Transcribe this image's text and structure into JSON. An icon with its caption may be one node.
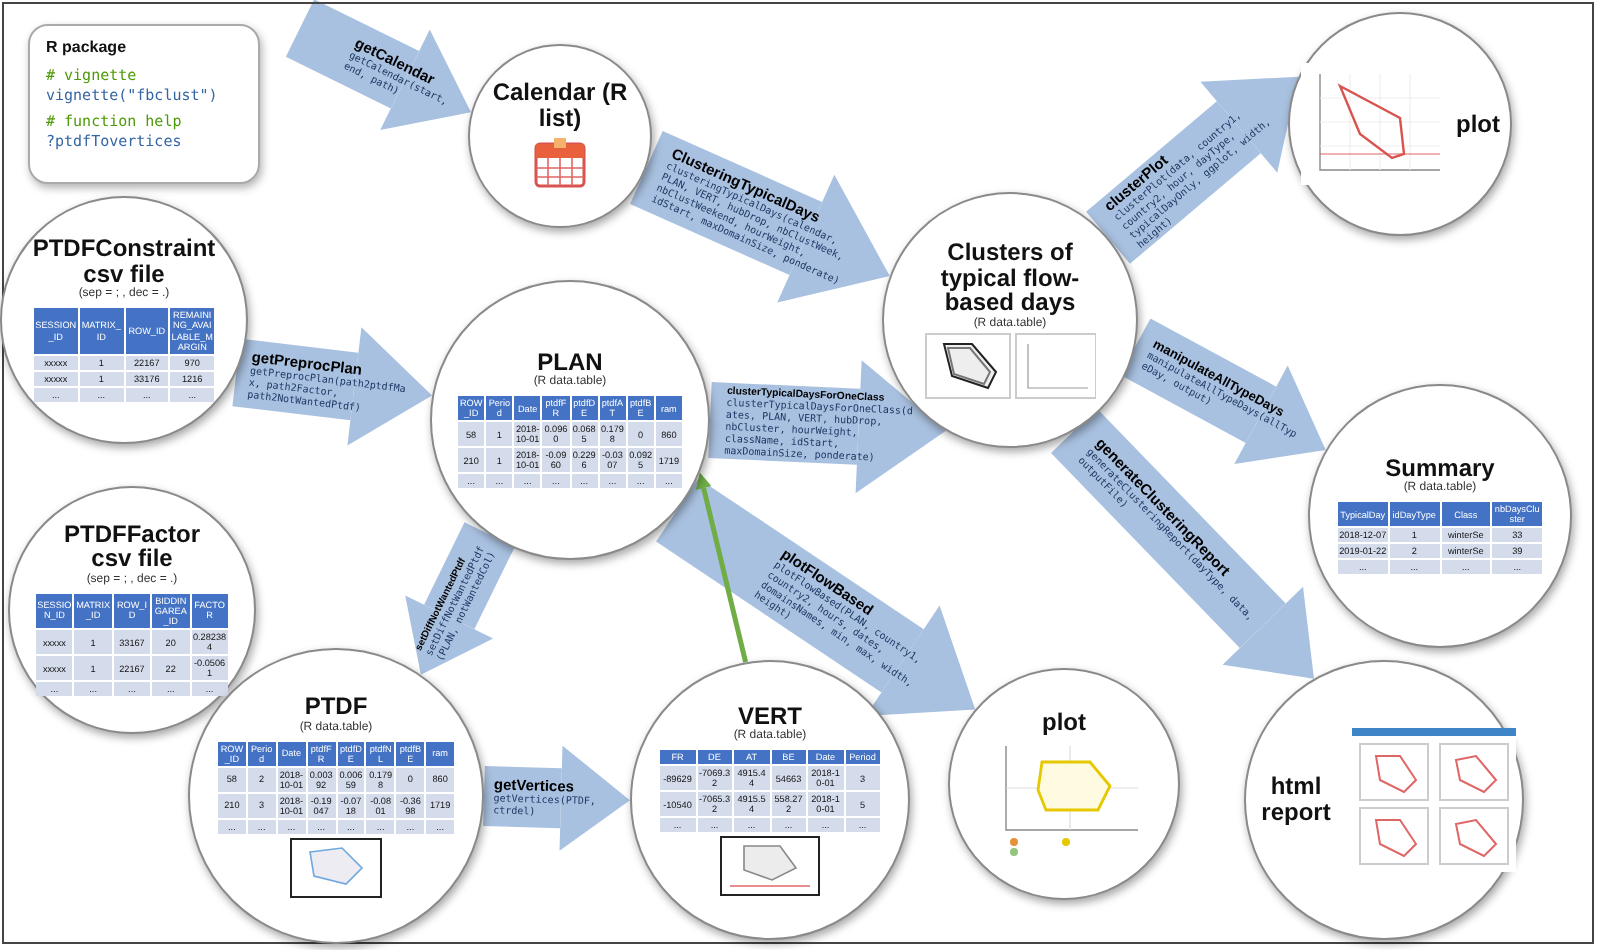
{
  "diagram": {
    "nodes": [
      {
        "text": [
          "R package",
          "# vignette",
          "vignette(\"fbclust\")",
          "# function help",
          "?ptdfTovertices"
        ]
      },
      {
        "text": [
          "Calendar (R list)"
        ]
      },
      {
        "text": [
          "PTDFConstraint csv file",
          "(sep = ; , dec = .)",
          "SESSION_ID",
          "MATRIX_ID",
          "ROW_ID",
          "REMAINING_AVAILABLE_MARGIN",
          "xxxxx",
          "1",
          "22167",
          "970",
          "xxxxx",
          "1",
          "33176",
          "1216",
          "...",
          "...",
          "...",
          "..."
        ]
      },
      {
        "text": [
          "PLAN",
          "(R data.table)",
          "ROW_ID",
          "Period",
          "Date",
          "ptdfFR",
          "ptdfDE",
          "ptdfAT",
          "ptdfBE",
          "ram",
          "58",
          "1",
          "2018-10-01",
          "0.0960",
          "0.0685",
          "0.1798",
          "0",
          "860",
          "210",
          "1",
          "2018-10-01",
          "-0.0960",
          "0.2296",
          "-0.0307",
          "0.0925",
          "1719",
          "...",
          "...",
          "...",
          "...",
          "...",
          "...",
          "...",
          "..."
        ]
      },
      {
        "text": [
          "PTDFFactor csv file",
          "(sep = ; , dec = .)",
          "SESSION_ID",
          "MATRIX_ID",
          "ROW_ID",
          "BIDDINGAREA_ID",
          "FACTOR",
          "xxxxx",
          "1",
          "33167",
          "20",
          "0.282384",
          "xxxxx",
          "1",
          "22167",
          "22",
          "-0.05061",
          "...",
          "...",
          "...",
          "...",
          "..."
        ]
      },
      {
        "text": [
          "PTDF",
          "(R data.table)",
          "ROW_ID",
          "Period",
          "Date",
          "ptdfFR",
          "ptdfDE",
          "ptdfNL",
          "ptdfBE",
          "ram",
          "58",
          "2",
          "2018-10-01",
          "0.00392",
          "0.00659",
          "0.1798",
          "0",
          "860",
          "210",
          "3",
          "2018-10-01",
          "-0.19047",
          "-0.0718",
          "-0.0801",
          "-0.3698",
          "1719",
          "...",
          "...",
          "...",
          "...",
          "...",
          "...",
          "...",
          "..."
        ]
      },
      {
        "text": [
          "VERT",
          "(R data.table)",
          "FR",
          "DE",
          "AT",
          "BE",
          "Date",
          "Period",
          "-89629",
          "-7069.32",
          "4915.44",
          "54663",
          "2018-10-01",
          "3",
          "-10540",
          "-7065.32",
          "4915.54",
          "558.272",
          "2018-10-01",
          "5",
          "...",
          "...",
          "...",
          "...",
          "...",
          "..."
        ]
      },
      {
        "text": [
          "Clusters of typical flow-based days",
          "(R data.table)"
        ]
      },
      {
        "text": [
          "plot"
        ]
      },
      {
        "text": [
          "Summary",
          "(R data.table)",
          "TypicalDay",
          "idDayType",
          "Class",
          "nbDaysCluster",
          "2018-12-07",
          "1",
          "winterSe",
          "33",
          "2019-01-22",
          "2",
          "winterSe",
          "39",
          "...",
          "...",
          "...",
          "..."
        ]
      },
      {
        "text": [
          "plot"
        ]
      },
      {
        "text": [
          "html report"
        ]
      }
    ],
    "edges": [
      {
        "from": null,
        "to": 1,
        "arrow": "to",
        "label": "getCalendar"
      },
      {
        "from": 2,
        "to": 3,
        "arrow": "to",
        "label": "getPreprocPlan"
      },
      {
        "from": 1,
        "to": 7,
        "arrow": "to",
        "label": "ClusteringTypicalDays"
      },
      {
        "from": 3,
        "to": 7,
        "arrow": "to",
        "label": "clusterTypicalDaysForOneClass"
      },
      {
        "from": 3,
        "to": 10,
        "arrow": "to",
        "label": "plotFlowBased"
      },
      {
        "from": 5,
        "to": 6,
        "arrow": "to",
        "label": "getVertices"
      },
      {
        "from": 3,
        "to": 5,
        "arrow": "to",
        "label": "setDiffNotWantedPtdf"
      },
      {
        "from": 7,
        "to": 8,
        "arrow": "to",
        "label": "clusterPlot"
      },
      {
        "from": 7,
        "to": 9,
        "arrow": "to",
        "label": "manipulateAllTypeDays"
      },
      {
        "from": 7,
        "to": 11,
        "arrow": "to",
        "label": "generateClusteringReport"
      },
      {
        "from": 6,
        "to": 3,
        "arrow": "to",
        "color": "#70ad47"
      }
    ],
    "labels": [
      "getCalendar(start, end, path)",
      "getPreprocPlan(path2ptdfMax, path2Factor, path2NotWantedPtdf)",
      "clusteringTypicalDays(calendar, PLAN, VERT, hubDrop, nbClustWeek, nbClustWeekend, hourWeight, idStart, maxDomainSize, ponderate)",
      "clusterTypicalDaysForOneClass(dates, PLAN, VERT, hubDrop, nbCluster, hourWeight, className, idStart, maxDomainSize, ponderate)",
      "plotFlowBased(PLAN, country1, country2, hours, dates, domainsNames, min, max, width, height)",
      "getVertices(PTDF, ctrdel)",
      "setDiffNotWantedPtdf(PLAN, notWantedCol)",
      "clusterPlot(data, country1, country2, hour, dayType, typicalDayOnly, ggplot, width, height)",
      "manipulateAllTypeDays(allTypeDay, output)",
      "generateClusteringReport(dayType, data, outputFile)"
    ]
  }
}
